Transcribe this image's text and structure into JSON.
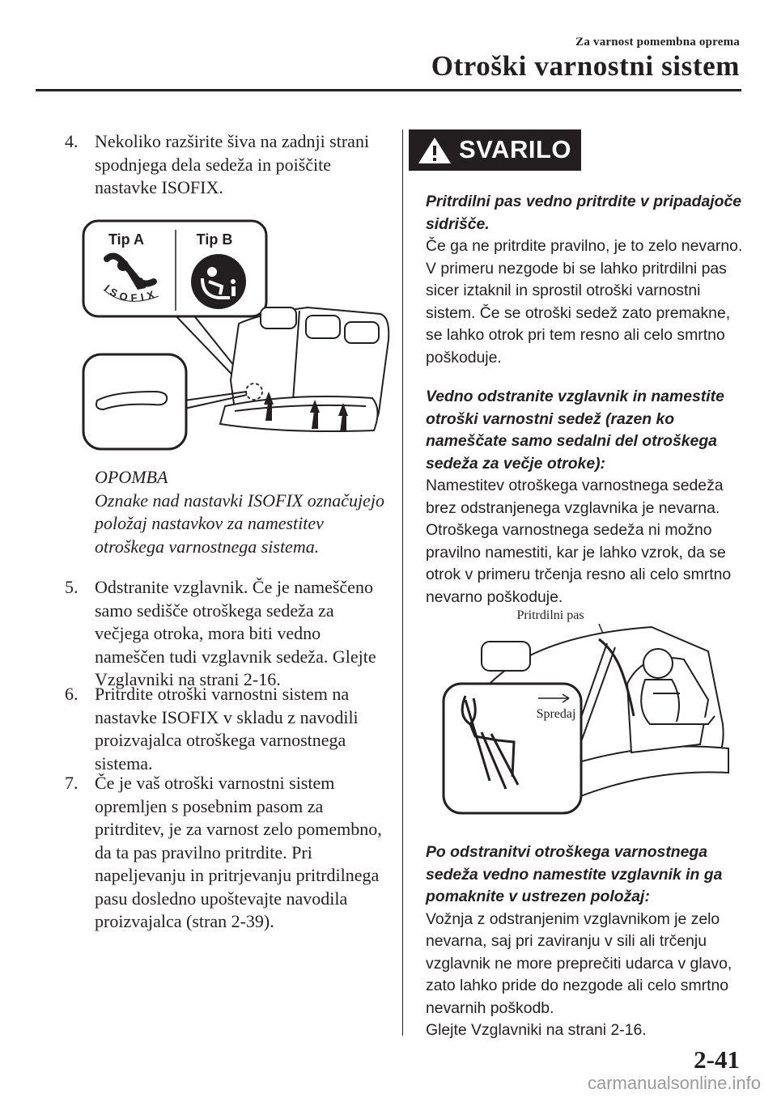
{
  "header": {
    "section": "Za varnost pomembna oprema",
    "title": "Otroški varnostni sistem"
  },
  "left_column": {
    "step4": {
      "num": "4.",
      "text": "Nekoliko razširite šiva na zadnji strani spodnjega dela sedeža in poiščite nastavke ISOFIX."
    },
    "figure1": {
      "tip_a": "Tip A",
      "tip_b": "Tip B",
      "isofix_text": "ISOFIX"
    },
    "note": {
      "title": "OPOMBA",
      "text": "Oznake nad nastavki ISOFIX označujejo položaj nastavkov za namestitev otroškega varnostnega sistema."
    },
    "step5": {
      "num": "5.",
      "text": "Odstranite vzglavnik. Če je nameščeno samo sedišče otroškega sedeža za večjega otroka, mora biti vedno nameščen tudi vzglavnik sedeža. Glejte Vzglavniki na strani 2-16."
    },
    "step6": {
      "num": "6.",
      "text": "Pritrdite otroški varnostni sistem na nastavke ISOFIX v skladu z navodili proizvajalca otroškega varnostnega sistema."
    },
    "step7": {
      "num": "7.",
      "text": "Če je vaš otroški varnostni sistem opremljen s posebnim pasom za pritrditev, je za varnost zelo pomembno, da ta pas pravilno pritrdite. Pri napeljevanju in pritrjevanju pritrdilnega pasu dosledno upoštevajte navodila proizvajalca (stran 2-39)."
    }
  },
  "warning": {
    "label": "SVARILO",
    "block1_title": "Pritrdilni pas vedno pritrdite v pripadajoče sidrišče.",
    "block1_text": "Če ga ne pritrdite pravilno, je to zelo nevarno. V primeru nezgode bi se lahko pritrdilni pas sicer iztaknil in sprostil otroški varnostni sistem. Če se otroški sedež zato premakne, se lahko otrok pri tem resno ali celo smrtno poškoduje.",
    "block2_title": "Vedno odstranite vzglavnik in namestite otroški varnostni sedež (razen ko nameščate samo sedalni del otroškega sedeža za večje otroke):",
    "block2_text": "Namestitev otroškega varnostnega sedeža brez odstranjenega vzglavnika je nevarna. Otroškega varnostnega sedeža ni možno pravilno namestiti, kar je lahko vzrok, da se otrok v primeru trčenja resno ali celo smrtno nevarno poškoduje.",
    "figure2": {
      "belt_label": "Pritrdilni pas",
      "front_label": "Spredaj"
    },
    "block3_title": "Po odstranitvi otroškega varnostnega sedeža vedno namestite vzglavnik in ga pomaknite v ustrezen položaj:",
    "block3_text": "Vožnja z odstranjenim vzglavnikom je zelo nevarna, saj pri zaviranju v sili ali trčenju vzglavnik ne more preprečiti udarca v glavo, zato lahko pride do nezgode ali celo smrtno nevarnih poškodb.",
    "block3_ref": "Glejte Vzglavniki na strani 2-16."
  },
  "footer": {
    "page_number": "2-41",
    "watermark": "carmanualsonline.info"
  }
}
